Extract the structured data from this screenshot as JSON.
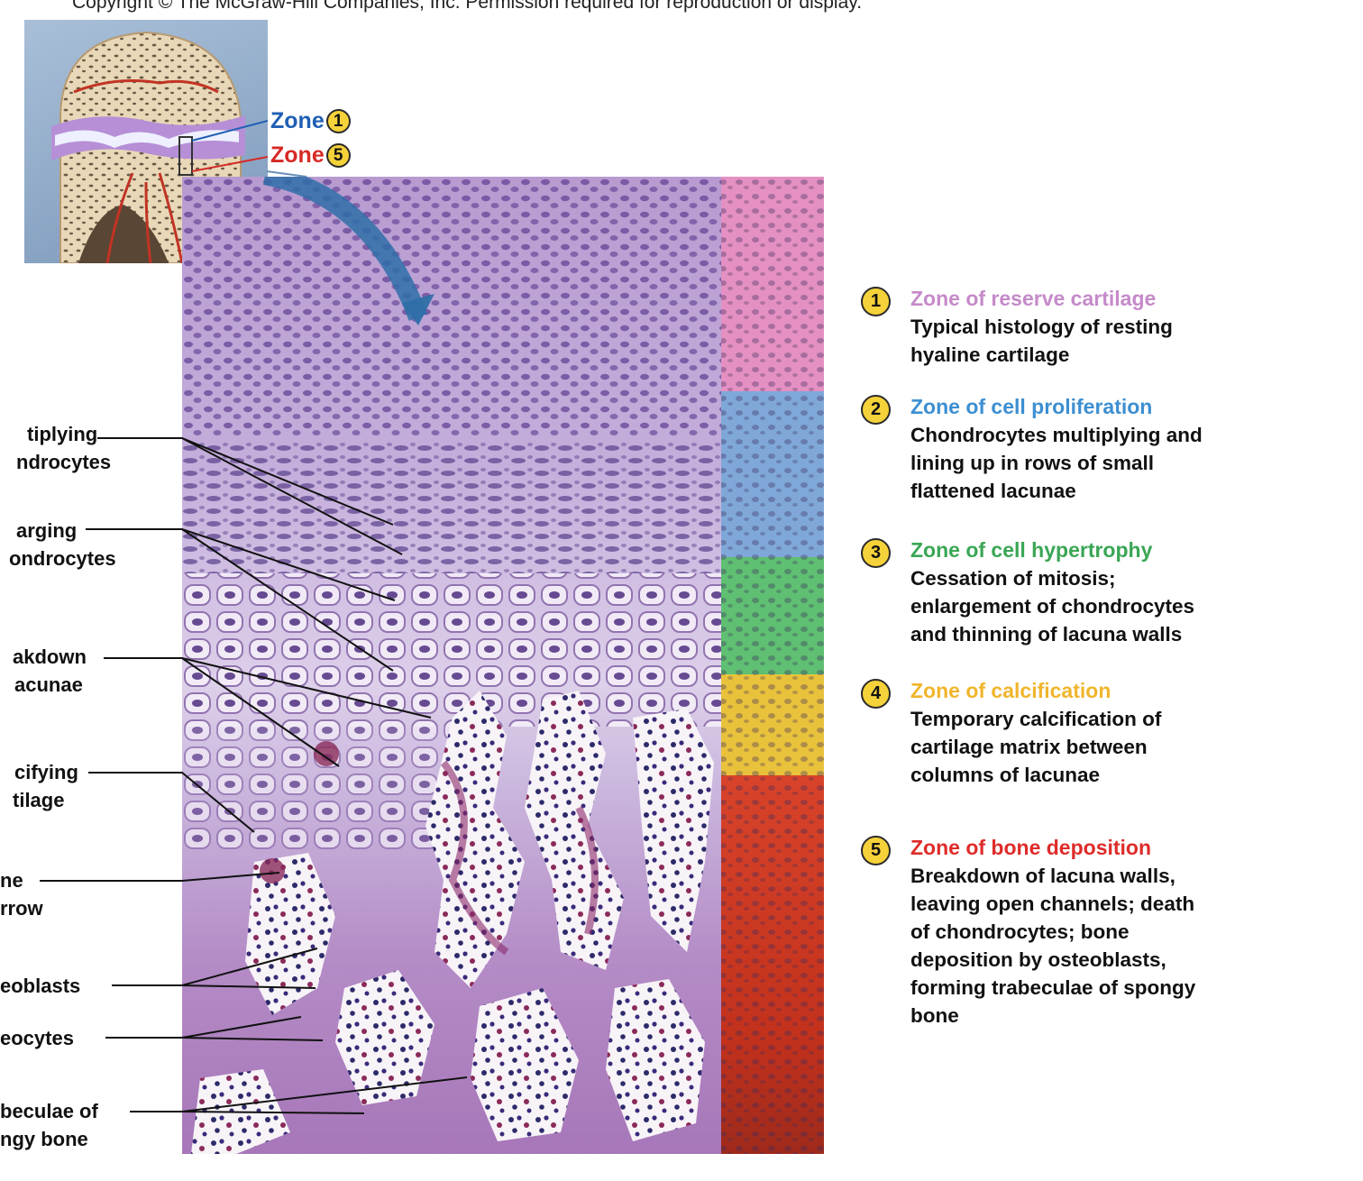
{
  "copyright": "Copyright © The McGraw-Hill Companies, Inc. Permission required for reproduction or display.",
  "inset": {
    "zone_top": {
      "word": "Zone",
      "num": "1",
      "color": "#1f5fb4"
    },
    "zone_bottom": {
      "word": "Zone",
      "num": "5",
      "color": "#d62a25"
    }
  },
  "left_labels": [
    {
      "line1": "tiplying",
      "line2": "ndrocytes"
    },
    {
      "line1": "arging",
      "line2": "ondrocytes"
    },
    {
      "line1": "akdown",
      "line2": "acunae"
    },
    {
      "line1": "cifying",
      "line2": "tilage"
    },
    {
      "line1": "ne",
      "line2": "rrow"
    },
    {
      "line1": "eoblasts",
      "line2": ""
    },
    {
      "line1": "eocytes",
      "line2": ""
    },
    {
      "line1": "beculae of",
      "line2": "ngy bone"
    }
  ],
  "zones": [
    {
      "num": "1",
      "title": "Zone of reserve cartilage",
      "color": "#c58ac9",
      "desc": [
        "Typical histology of resting",
        "hyaline cartilage"
      ]
    },
    {
      "num": "2",
      "title": "Zone of cell proliferation",
      "color": "#3d8fd1",
      "desc": [
        "Chondrocytes multiplying and",
        "lining up in rows of small",
        "flattened lacunae"
      ]
    },
    {
      "num": "3",
      "title": "Zone of cell hypertrophy",
      "color": "#3aa655",
      "desc": [
        "Cessation of mitosis;",
        "enlargement of chondrocytes",
        "and thinning of lacuna walls"
      ]
    },
    {
      "num": "4",
      "title": "Zone of calcification",
      "color": "#f0b52c",
      "desc": [
        "Temporary calcification of",
        "cartilage matrix between",
        "columns of lacunae"
      ]
    },
    {
      "num": "5",
      "title": "Zone of bone deposition",
      "color": "#de2c2a",
      "desc": [
        "Breakdown of lacuna walls,",
        "leaving open channels; death",
        "of chondrocytes; bone",
        "deposition by osteoblasts,",
        "forming trabeculae of spongy",
        "bone"
      ]
    }
  ],
  "strip_colors": [
    "#e490c2",
    "#7fa8d8",
    "#5fbf72",
    "#e9c23c",
    "#d8432a"
  ]
}
